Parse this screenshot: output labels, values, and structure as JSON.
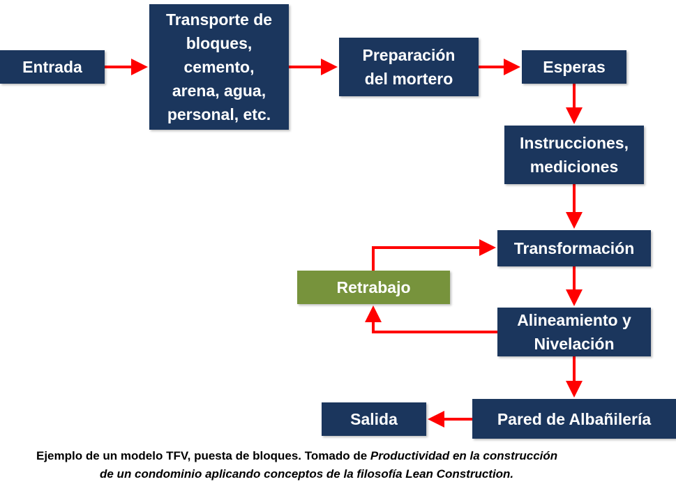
{
  "nodes": {
    "entrada": "Entrada",
    "transporte": "Transporte de\nbloques,\ncemento,\narena, agua,\npersonal, etc.",
    "preparacion": "Preparación\ndel mortero",
    "esperas": "Esperas",
    "instrucciones": "Instrucciones,\nmediciones",
    "transformacion": "Transformación",
    "retrabajo": "Retrabajo",
    "alineamiento": "Alineamiento y\nNivelación",
    "pared": "Pared de Albañilería",
    "salida": "Salida"
  },
  "caption": {
    "line1_regular": "Ejemplo de un modelo TFV, puesta de bloques. Tomado de ",
    "line1_italic": "Productividad en la construcción",
    "line2_italic": "de un condominio aplicando conceptos de la filosofía Lean Construction."
  },
  "colors": {
    "node_blue": "#1b365d",
    "node_green": "#77933c",
    "arrow_red": "#ff0000",
    "text_white": "#ffffff"
  }
}
